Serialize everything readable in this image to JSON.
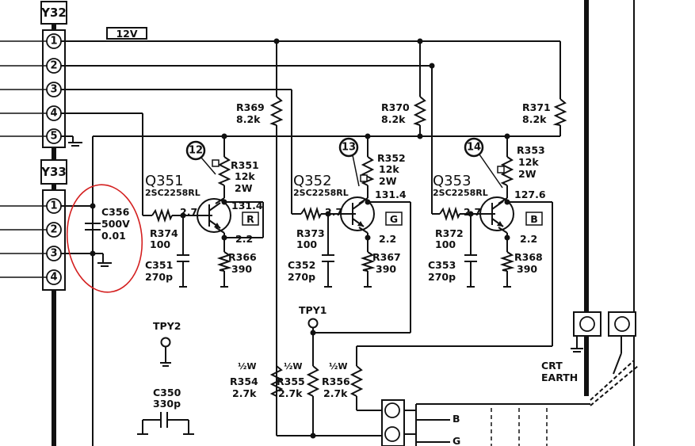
{
  "connectors": {
    "y32": {
      "label": "Y32",
      "pins": [
        "1",
        "2",
        "3",
        "4",
        "5"
      ]
    },
    "y33": {
      "label": "Y33",
      "pins": [
        "1",
        "2",
        "3",
        "4"
      ]
    }
  },
  "supply": {
    "label": "12V"
  },
  "transistors": [
    {
      "ref": "Q351",
      "part": "2SC2258RL",
      "test_point": "12",
      "collector_v": "131.4",
      "emitter_v": "2.2",
      "base_v": "2.7",
      "channel": "R"
    },
    {
      "ref": "Q352",
      "part": "2SC2258RL",
      "test_point": "13",
      "collector_v": "131.4",
      "emitter_v": "2.2",
      "base_v": "2.7",
      "channel": "G"
    },
    {
      "ref": "Q353",
      "part": "2SC2258RL",
      "test_point": "14",
      "collector_v": "127.6",
      "emitter_v": "2.2",
      "base_v": "2.7",
      "channel": "B"
    }
  ],
  "resistors": {
    "r369": {
      "ref": "R369",
      "value": "8.2k"
    },
    "r370": {
      "ref": "R370",
      "value": "8.2k"
    },
    "r371": {
      "ref": "R371",
      "value": "8.2k"
    },
    "r351": {
      "ref": "R351",
      "value": "12k",
      "power": "2W"
    },
    "r352": {
      "ref": "R352",
      "value": "12k",
      "power": "2W"
    },
    "r353": {
      "ref": "R353",
      "value": "12k",
      "power": "2W"
    },
    "r374": {
      "ref": "R374",
      "value": "100"
    },
    "r373": {
      "ref": "R373",
      "value": "100"
    },
    "r372": {
      "ref": "R372",
      "value": "100"
    },
    "r366": {
      "ref": "R366",
      "value": "390"
    },
    "r367": {
      "ref": "R367",
      "value": "390"
    },
    "r368": {
      "ref": "R368",
      "value": "390"
    },
    "r354": {
      "ref": "R354",
      "value": "2.7k",
      "power": "½W"
    },
    "r355": {
      "ref": "R355",
      "value": "2.7k",
      "power": "½W"
    },
    "r356": {
      "ref": "R356",
      "value": "2.7k",
      "power": "½W"
    }
  },
  "capacitors": {
    "c356": {
      "ref": "C356",
      "voltage": "500V",
      "value": "0.01"
    },
    "c351": {
      "ref": "C351",
      "value": "270p"
    },
    "c352": {
      "ref": "C352",
      "value": "270p"
    },
    "c353": {
      "ref": "C353",
      "value": "270p"
    },
    "c350": {
      "ref": "C350",
      "value": "330p"
    }
  },
  "test_points": {
    "tpy1": "TPY1",
    "tpy2": "TPY2"
  },
  "earth": {
    "line1": "CRT",
    "line2": "EARTH"
  },
  "outputs": {
    "b": "B",
    "g": "G"
  }
}
